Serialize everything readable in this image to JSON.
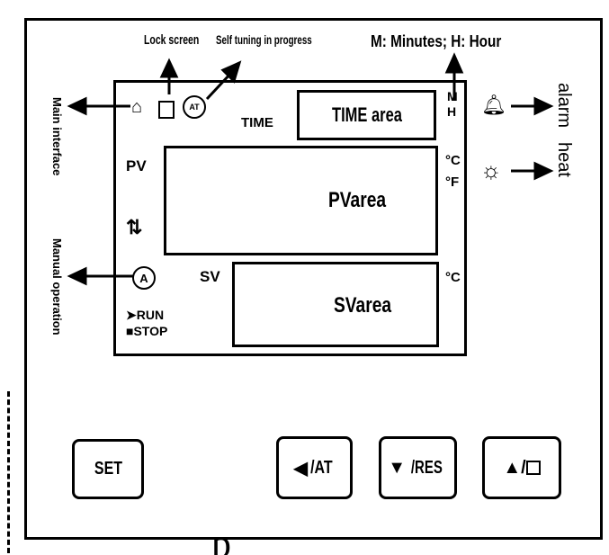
{
  "annotations": {
    "lock_screen": "Lock screen",
    "self_tuning": "Self tuning in progress",
    "minutes_hour": "M: Minutes; H: Hour",
    "main_interface": "Main interface",
    "manual": "Manual operation",
    "alarm": "alarm",
    "heat": "heat"
  },
  "display": {
    "time_label": "TIME",
    "time_area": "TIME area",
    "m": "M",
    "h": "H",
    "pv_label": "PV",
    "pv_area": "PVarea",
    "unit_c": "°C",
    "unit_f": "°F",
    "sv_label": "SV",
    "sv_area": "SVarea",
    "sv_unit": "°C",
    "auto_icon": "A",
    "at_icon": "AT",
    "run": "RUN",
    "stop": "STOP"
  },
  "buttons": {
    "set": "SET",
    "left_at": "/AT",
    "down_res": "/RES",
    "up_lock": "/"
  },
  "footer_text": "p g"
}
